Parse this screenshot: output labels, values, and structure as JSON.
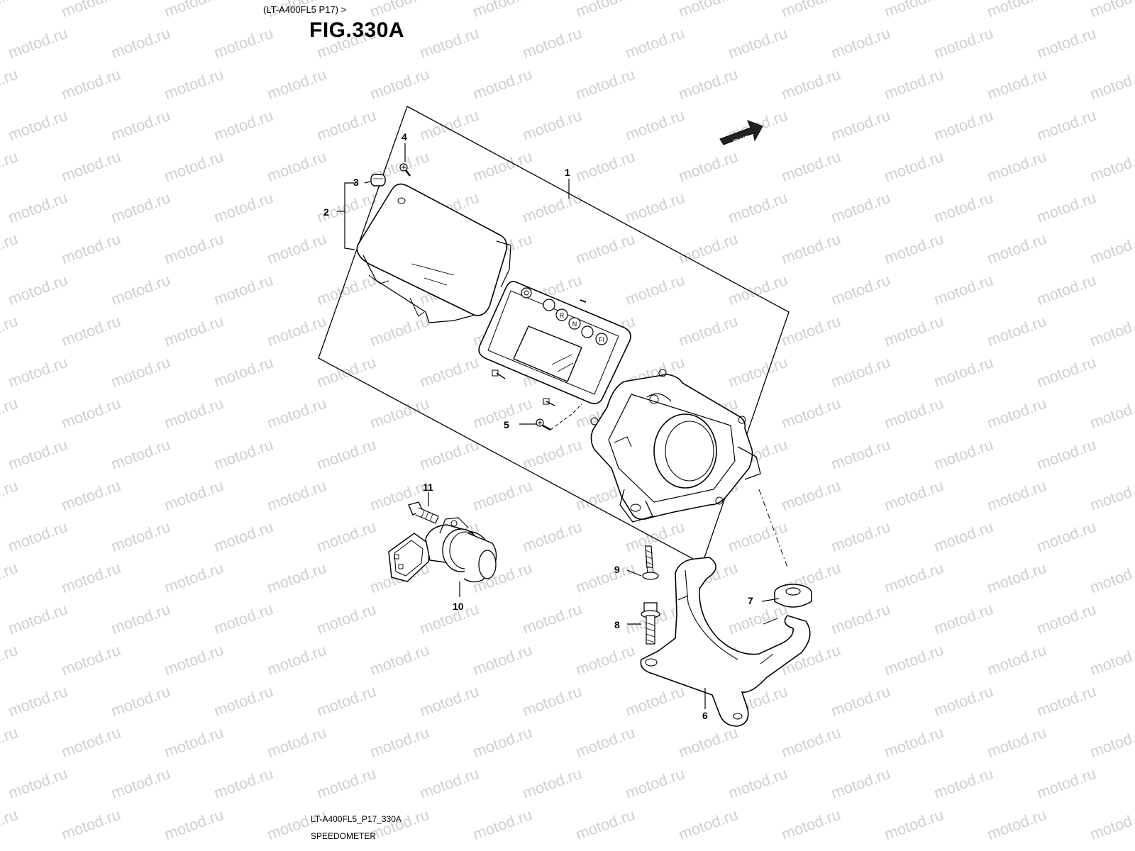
{
  "header": {
    "reference": "(LT-A400FL5 P17) >",
    "figure_title": "FIG.330A"
  },
  "footer": {
    "drawing_code": "LT-A400FL5_P17_330A",
    "assembly_name": "SPEEDOMETER"
  },
  "direction_marker": {
    "label": "FWD"
  },
  "watermark": {
    "text": "motod.ru",
    "color": "#cfcfcf"
  },
  "callouts": [
    {
      "id": "1",
      "part": "speedometer-assembly"
    },
    {
      "id": "2",
      "part": "meter-case-cover"
    },
    {
      "id": "3",
      "part": "cap"
    },
    {
      "id": "4",
      "part": "screw"
    },
    {
      "id": "5",
      "part": "screw"
    },
    {
      "id": "6",
      "part": "bracket"
    },
    {
      "id": "7",
      "part": "cushion"
    },
    {
      "id": "8",
      "part": "bolt"
    },
    {
      "id": "9",
      "part": "screw"
    },
    {
      "id": "10",
      "part": "speed-sensor"
    },
    {
      "id": "11",
      "part": "bolt"
    }
  ],
  "meter_indicators": [
    "",
    "R",
    "N",
    "",
    "FI"
  ]
}
